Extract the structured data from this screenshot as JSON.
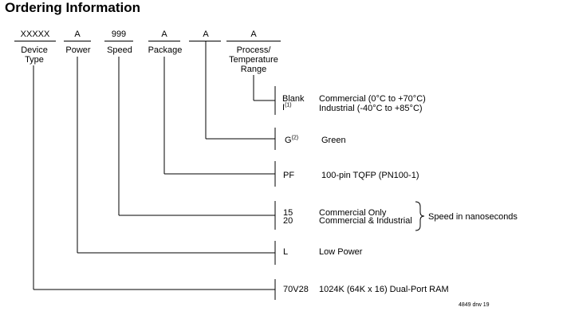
{
  "title": "Ordering Information",
  "fields": [
    {
      "code": "XXXXX",
      "label": "Device Type"
    },
    {
      "code": "A",
      "label": "Power"
    },
    {
      "code": "999",
      "label": "Speed"
    },
    {
      "code": "A",
      "label": "Package"
    },
    {
      "code": "A",
      "label": ""
    },
    {
      "code": "A",
      "label": "Process/ Temperature Range"
    }
  ],
  "options": {
    "process": [
      {
        "code": "Blank",
        "desc": "Commercial (0°C to +70°C)"
      },
      {
        "code": "I",
        "note": "(1)",
        "desc": "Industrial (-40°C to +85°C)"
      }
    ],
    "green": {
      "code": "G",
      "note": "(2)",
      "desc": "Green"
    },
    "package": {
      "code": "PF",
      "desc": "100-pin TQFP (PN100-1)"
    },
    "speed": [
      {
        "code": "15",
        "desc": "Commercial Only"
      },
      {
        "code": "20",
        "desc": "Commercial & Industrial"
      }
    ],
    "speed_note": "Speed in nanoseconds",
    "power": {
      "code": "L",
      "desc": "Low Power"
    },
    "device": {
      "code": "70V28",
      "desc": "1024K (64K x 16) Dual-Port RAM"
    }
  },
  "figure_id": "4849 drw 19"
}
